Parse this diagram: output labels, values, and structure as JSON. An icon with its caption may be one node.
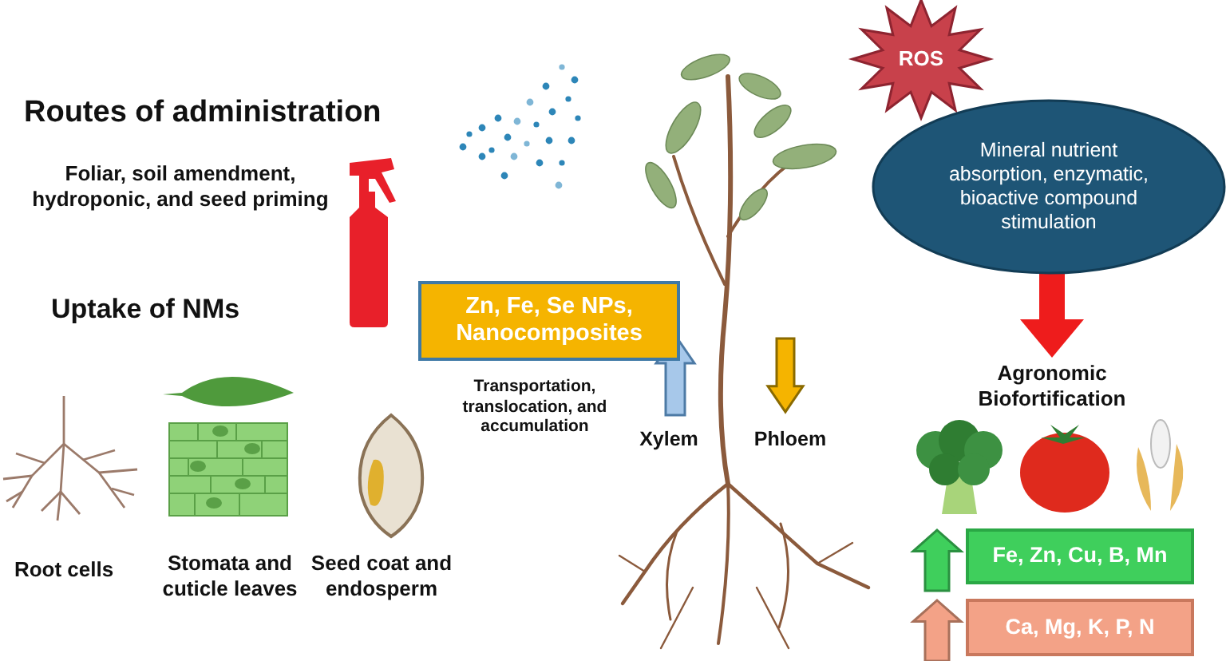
{
  "diagram": {
    "nodes": [
      {
        "text": [
          "Zn, Fe, Se NPs, Nanocomposites"
        ]
      },
      {
        "text": [
          "ROS"
        ]
      },
      {
        "text": [
          "Mineral nutrient absorption, enzymatic, bioactive compound stimulation"
        ]
      },
      {
        "text": [
          "Fe, Zn, Cu, B, Mn"
        ]
      },
      {
        "text": [
          "Ca, Mg, K, P, N"
        ]
      },
      {
        "text": [
          "Agronomic Biofortification"
        ]
      }
    ],
    "edges": [
      {
        "from": 2,
        "to": 5,
        "arrow": "to"
      }
    ],
    "labels": [
      "Routes of administration",
      "Foliar, soil amendment, hydroponic, and seed priming",
      "Uptake of NMs",
      "Transportation, translocation, and accumulation",
      "Xylem",
      "Phloem",
      "Root cells",
      "Stomata and cuticle leaves",
      "Seed coat and endosperm"
    ]
  }
}
